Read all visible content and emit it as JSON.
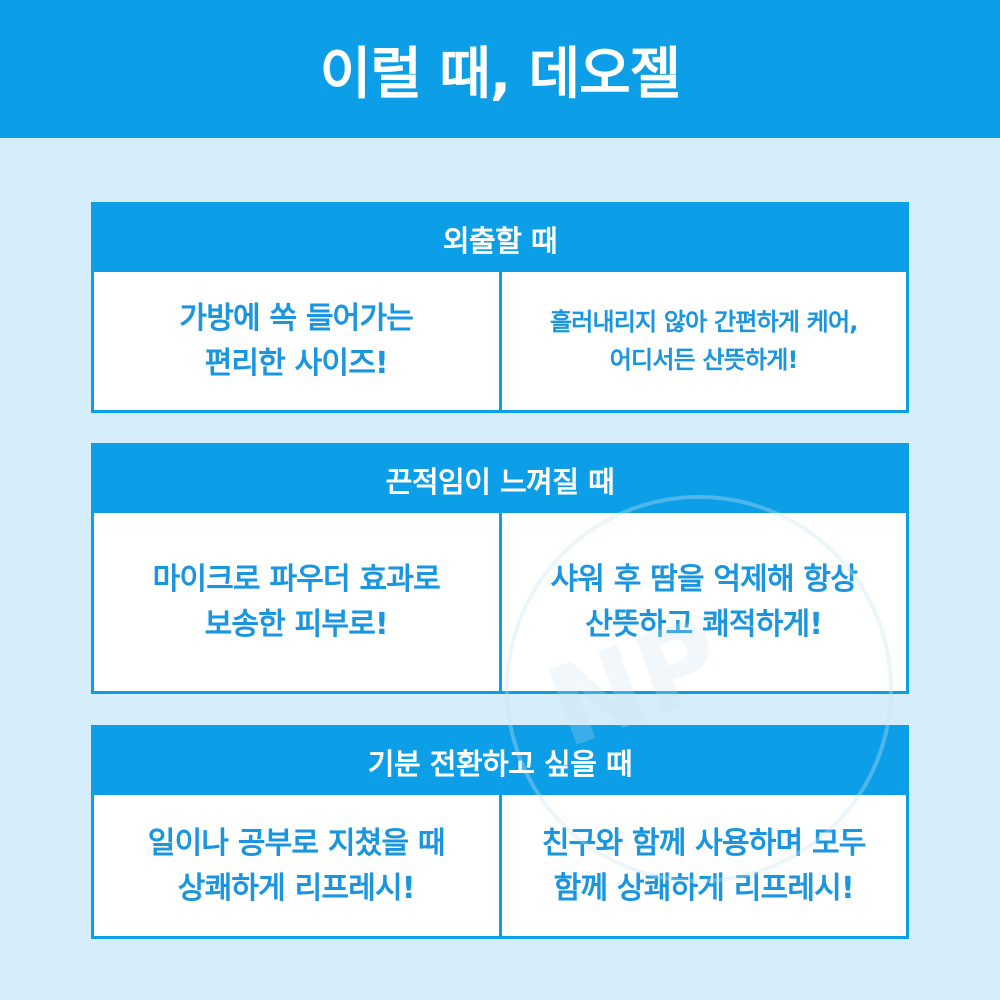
{
  "header": {
    "title": "이럴 때, 데오젤"
  },
  "sections": [
    {
      "title": "외출할 때",
      "left": "가방에 쏙 들어가는\n편리한 사이즈!",
      "right": "흘러내리지 않아 간편하게 케어,\n어디서든 산뜻하게!"
    },
    {
      "title": "끈적임이 느껴질 때",
      "left": "마이크로 파우더 효과로\n보송한 피부로!",
      "right": "샤워 후 땀을 억제해 항상\n산뜻하고 쾌적하게!"
    },
    {
      "title": "기분 전환하고 싶을 때",
      "left": "일이나 공부로 지쳤을 때\n상쾌하게 리프레시!",
      "right": "친구와 함께 사용하며 모두\n함께 상쾌하게 리프레시!"
    }
  ],
  "colors": {
    "background": "#d6eefb",
    "accent": "#0c9ee6",
    "text": "#1a96e0"
  }
}
